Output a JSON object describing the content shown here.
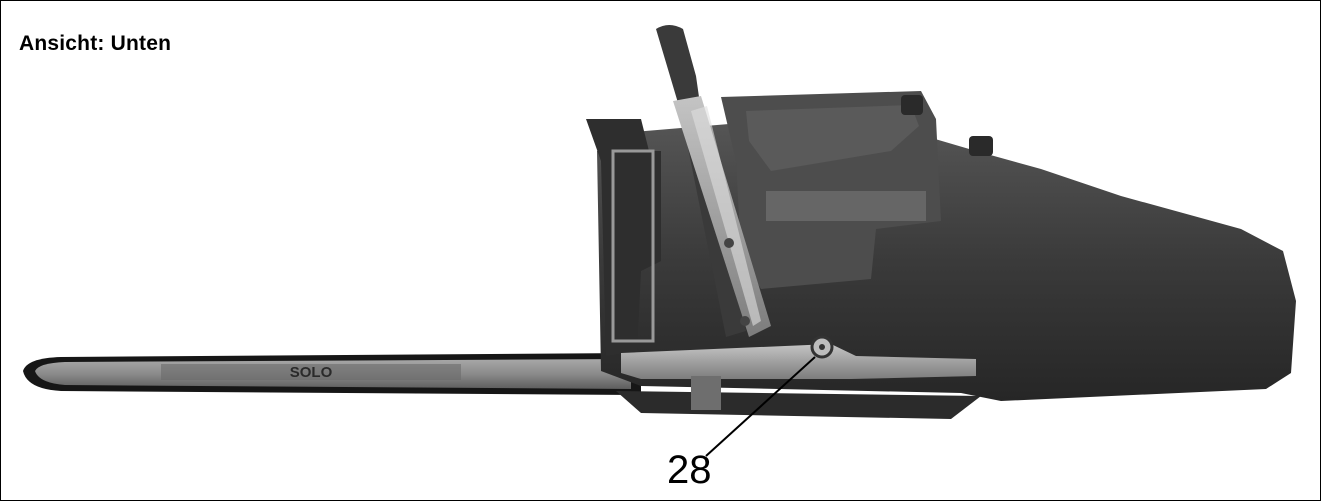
{
  "header": {
    "title": "Ansicht: Unten"
  },
  "figure": {
    "description_label": "",
    "callouts": [
      {
        "number": "28"
      }
    ],
    "bar_brand": "SOLO"
  },
  "colors": {
    "body": "#3d3d3d",
    "body_dark": "#222222",
    "metal": "#9a9a9a",
    "chain": "#1a1a1a"
  }
}
